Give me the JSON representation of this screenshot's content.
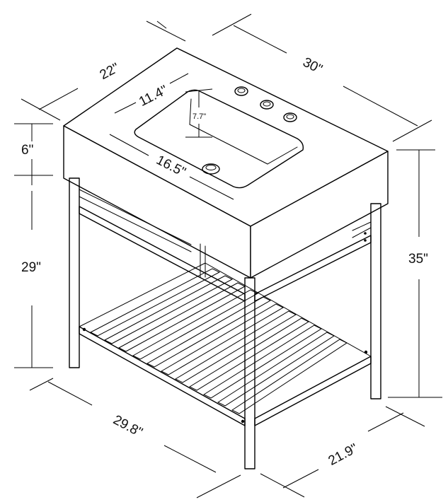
{
  "dimensions": {
    "depth_top": "22\"",
    "width_top": "30\"",
    "basin_width": "11.4\"",
    "basin_depth": "7.7\"",
    "basin_length": "16.5\"",
    "top_thickness": "6\"",
    "leg_height": "29\"",
    "total_height": "35\"",
    "base_width": "29.8\"",
    "base_depth": "21.9\""
  },
  "icons": {
    "faucet_holes": "three-hole-faucet-icon",
    "drain": "drain-icon"
  }
}
